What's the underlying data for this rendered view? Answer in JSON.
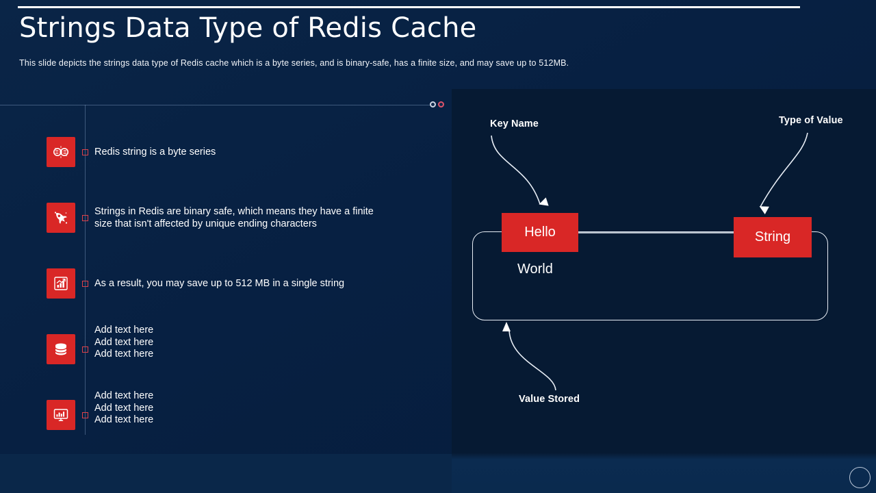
{
  "slide": {
    "title": "Strings Data Type of Redis Cache",
    "subtitle": "This slide depicts the strings data type of Redis cache which is a byte series, and is binary-safe, has a finite size, and may save up to 512MB.",
    "accent_red": "#d92726",
    "background_navy": "#07203f",
    "panel_navy": "#061a33",
    "text_white": "#ffffff"
  },
  "features": [
    {
      "icon": "data-exchange-icon",
      "lines": [
        "Redis string is a byte series"
      ]
    },
    {
      "icon": "rocket-icon",
      "lines": [
        "Strings in Redis are binary safe, which means they have a finite",
        "size that isn't affected by unique ending characters"
      ]
    },
    {
      "icon": "bar-chart-growth-icon",
      "lines": [
        "As a result, you may save up to 512 MB in a single string"
      ]
    },
    {
      "icon": "database-icon",
      "lines": [
        "Add text here",
        "Add text here",
        "Add text here"
      ]
    },
    {
      "icon": "monitor-chart-icon",
      "lines": [
        "Add text here",
        "Add text here",
        "Add text here"
      ]
    }
  ],
  "diagram": {
    "key_label": "Key Name",
    "type_label": "Type of Value",
    "value_label": "Value Stored",
    "key_box": "Hello",
    "type_box": "String",
    "stored_value": "World"
  },
  "decor": {
    "dot_light": "#cfd6e3",
    "dot_red": "#e0536a"
  }
}
